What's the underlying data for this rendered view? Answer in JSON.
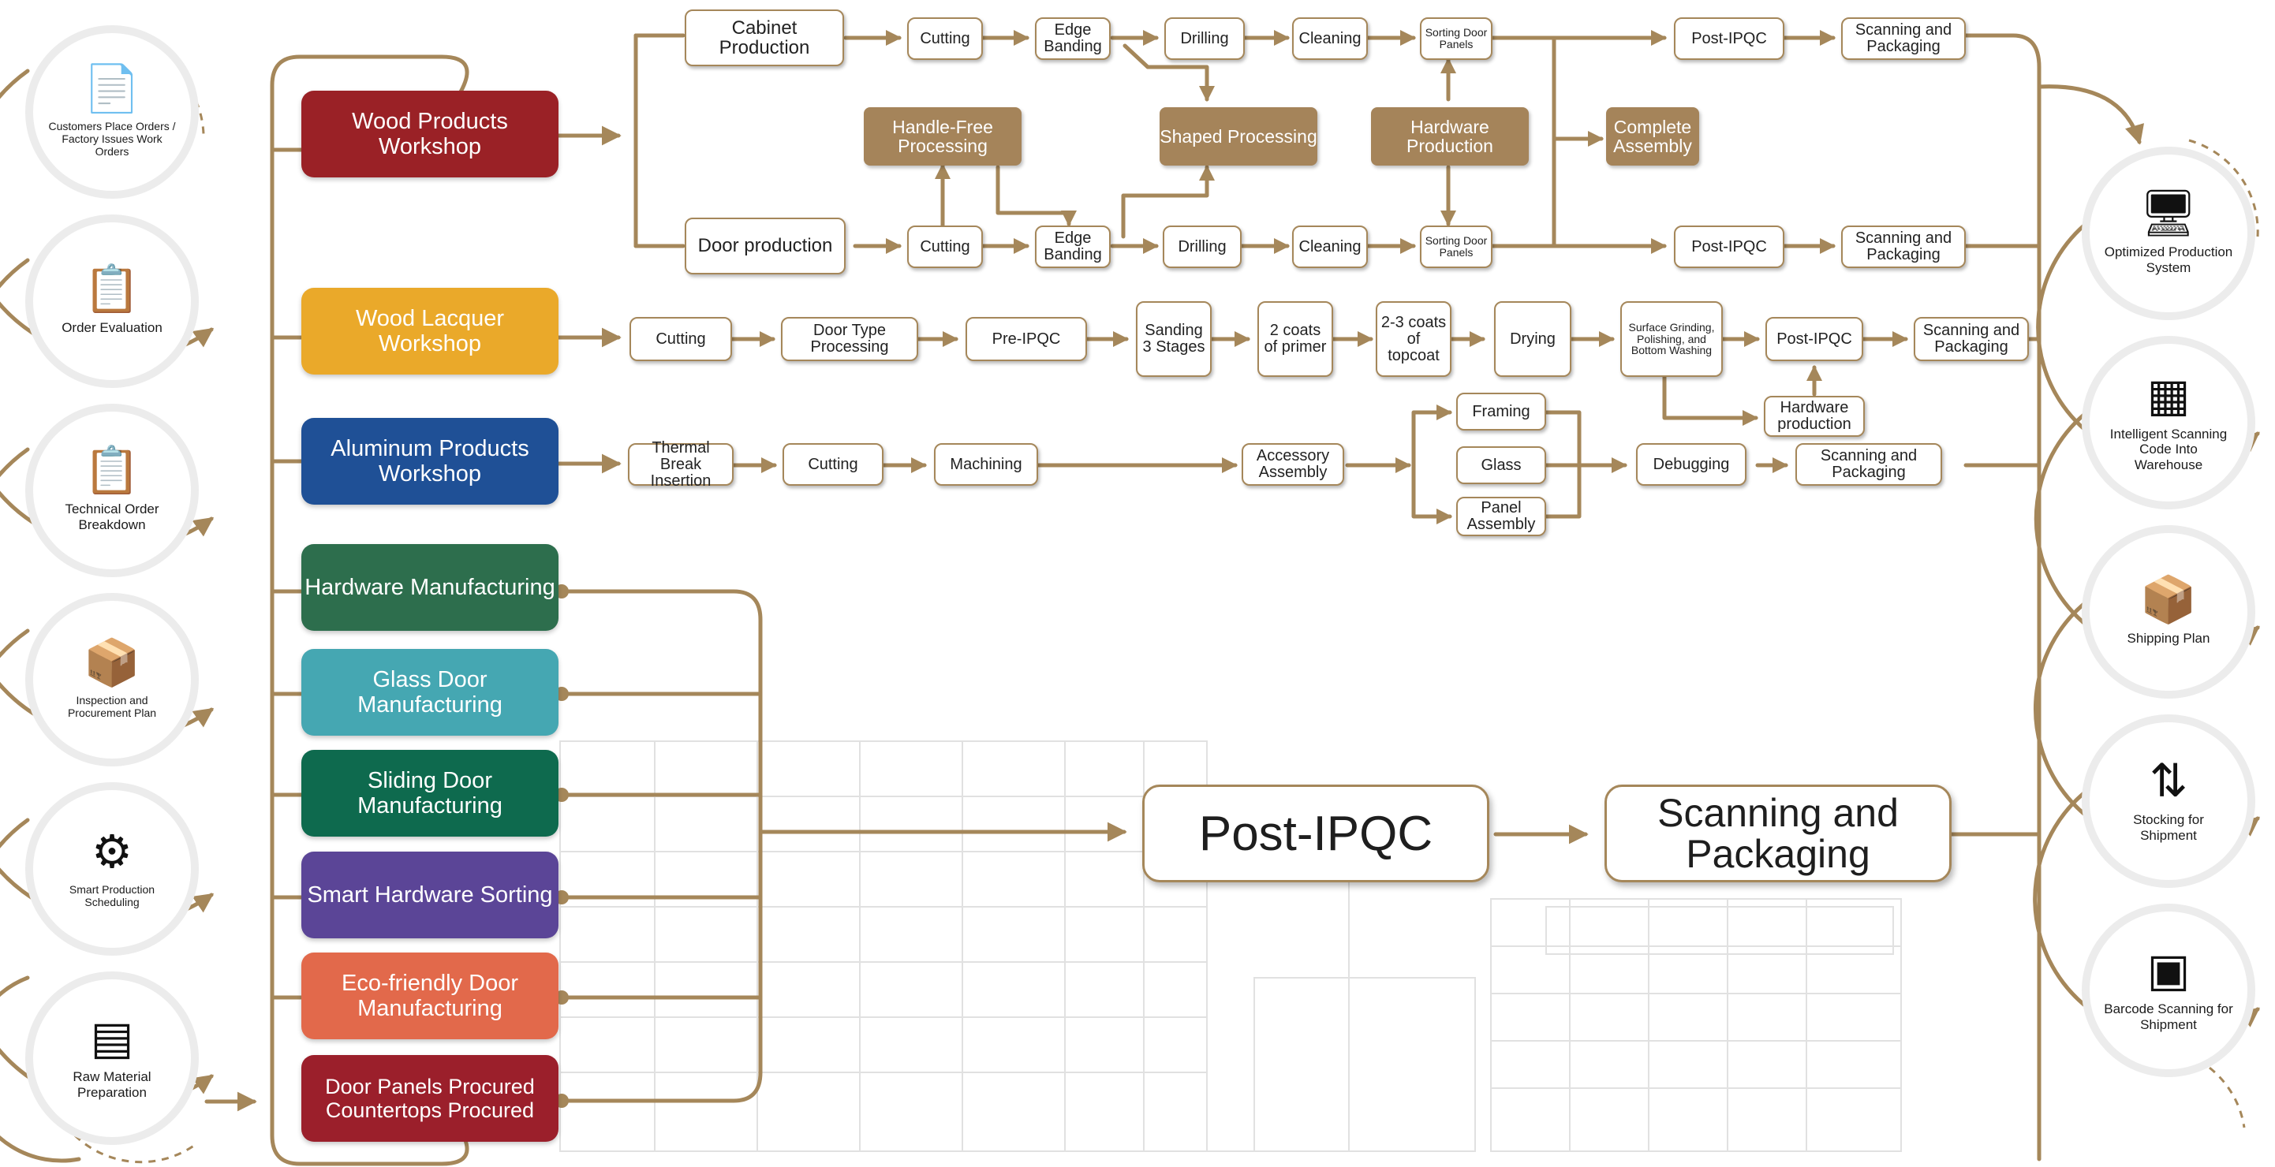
{
  "order_steps": [
    {
      "label": "Customers Place Orders / Factory Issues Work Orders",
      "icon": "download-document-icon"
    },
    {
      "label": "Order Evaluation",
      "icon": "document-check-icon"
    },
    {
      "label": "Technical Order Breakdown",
      "icon": "clipboard-check-icon"
    },
    {
      "label": "Inspection and Procurement Plan",
      "icon": "package-check-icon"
    },
    {
      "label": "Smart Production Scheduling",
      "icon": "robot-arm-conveyor-icon"
    },
    {
      "label": "Raw Material Preparation",
      "icon": "material-stack-icon"
    }
  ],
  "workshops": [
    {
      "label": "Wood Products Workshop",
      "color": "#9a2126"
    },
    {
      "label": "Wood Lacquer Workshop",
      "color": "#eaa92a"
    },
    {
      "label": "Aluminum Products Workshop",
      "color": "#1f5096"
    },
    {
      "label": "Hardware Manufacturing",
      "color": "#2d6e4d"
    },
    {
      "label": "Glass Door Manufacturing",
      "color": "#45a7b2"
    },
    {
      "label": "Sliding Door Manufacturing",
      "color": "#0e6a4e"
    },
    {
      "label": "Smart Hardware Sorting",
      "color": "#5b4597"
    },
    {
      "label": "Eco-friendly Door Manufacturing",
      "color": "#e2694b"
    },
    {
      "label": "Door Panels Procured Countertops Procured",
      "color": "#9b1f2b"
    }
  ],
  "wood": {
    "cabinet": "Cabinet Production",
    "door": "Door production",
    "cutting": "Cutting",
    "edge_banding": "Edge Banding",
    "drilling": "Drilling",
    "cleaning": "Cleaning",
    "sorting": "Sorting Door Panels",
    "post_ipqc": "Post-IPQC",
    "scanning": "Scanning and Packaging",
    "handle_free": "Handle-Free Processing",
    "shaped": "Shaped Processing",
    "hardware_prod": "Hardware Production",
    "complete": "Complete Assembly"
  },
  "lacquer": {
    "steps": [
      "Cutting",
      "Door Type Processing",
      "Pre-IPQC",
      "Sanding 3 Stages",
      "2 coats of primer",
      "2-3 coats of topcoat",
      "Drying",
      "Surface Grinding, Polishing, and Bottom Washing",
      "Post-IPQC",
      "Scanning and Packaging"
    ],
    "hardware": "Hardware production"
  },
  "aluminum": {
    "thermal": "Thermal Break Insertion",
    "cutting": "Cutting",
    "machining": "Machining",
    "accessory": "Accessory Assembly",
    "framing": "Framing",
    "glass": "Glass",
    "panel": "Panel Assembly",
    "debugging": "Debugging",
    "scanning": "Scanning and Packaging"
  },
  "final": {
    "ipqc": "Post-IPQC",
    "scanning": "Scanning and Packaging"
  },
  "shipping_steps": [
    {
      "label": "Optimized Production System",
      "icon": "monitor-gear-icon"
    },
    {
      "label": "Intelligent Scanning Code Into Warehouse",
      "icon": "warehouse-shelf-icon"
    },
    {
      "label": "Shipping Plan",
      "icon": "box-check-icon"
    },
    {
      "label": "Stocking for Shipment",
      "icon": "transfer-arrows-icon"
    },
    {
      "label": "Barcode Scanning for Shipment",
      "icon": "barcode-scan-icon"
    }
  ],
  "colors": {
    "accent": "#a5875a"
  }
}
